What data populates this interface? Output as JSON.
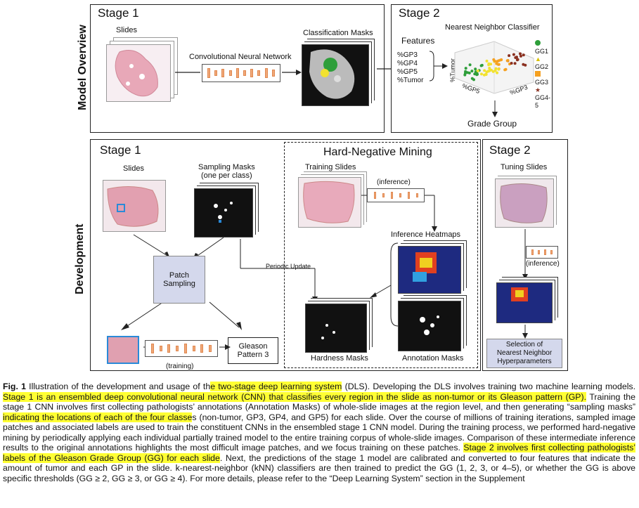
{
  "overview": {
    "section_label": "Model Overview",
    "stage1": {
      "title": "Stage 1",
      "slides_label": "Slides",
      "cnn_label": "Convolutional Neural Network",
      "masks_label": "Classification Masks"
    },
    "stage2": {
      "title": "Stage 2",
      "classifier_label": "Nearest Neighbor Classifier",
      "features_label": "Features",
      "features": [
        "%GP3",
        "%GP4",
        "%GP5",
        "%Tumor"
      ],
      "axis_tumor": "%Tumor",
      "axis_gp5": "%GP5",
      "axis_gp3": "%GP3",
      "legend": [
        {
          "label": "GG1",
          "color": "#2e9e3a"
        },
        {
          "label": "GG2",
          "color": "#f2e230"
        },
        {
          "label": "GG3",
          "color": "#f5a020"
        },
        {
          "label": "GG4-5",
          "color": "#8a3020"
        }
      ],
      "output_label": "Grade Group"
    }
  },
  "development": {
    "section_label": "Development",
    "stage1": {
      "title": "Stage 1",
      "slides_label": "Slides",
      "sampling_masks_label": "Sampling Masks\n(one per class)",
      "patch_sampling_label": "Patch\nSampling",
      "training_label": "(training)",
      "gleason_label": "Gleason\nPattern 3"
    },
    "hnm": {
      "title": "Hard-Negative Mining",
      "training_slides_label": "Training Slides",
      "inference_label": "(inference)",
      "heatmaps_label": "Inference Heatmaps",
      "periodic_update_label": "Periodic Update",
      "hardness_masks_label": "Hardness Masks",
      "annotation_masks_label": "Annotation Masks"
    },
    "stage2": {
      "title": "Stage 2",
      "tuning_slides_label": "Tuning Slides",
      "inference_label": "(inference)",
      "selection_label": "Selection of\nNearest Neighbor\nHyperparameters"
    }
  },
  "caption": {
    "fig_label": "Fig. 1",
    "parts": [
      {
        "text": "  Illustration of the development and usage of th",
        "hl": false
      },
      {
        "text": "e two-stage deep learning system",
        "hl": true
      },
      {
        "text": " (DLS). Developing the DLS involves training two machine learning models. ",
        "hl": false
      },
      {
        "text": "Stage 1 is an ensembled deep convolutional neural network (CNN) that classifies every region in the slide as non-tumor or its Gleason pattern (GP).",
        "hl": true
      },
      {
        "text": " Training the stage 1 CNN involves first collecting pathologists’ annotations (Annotation Masks) of whole-slide images at the region level, and then generating “sampling masks” ",
        "hl": false
      },
      {
        "text": "indicating the locations of each of the four classe",
        "hl": true
      },
      {
        "text": "s (non-tumor, GP3, GP4, and GP5) for each slide. Over the course of millions of training iterations, sampled image patches and associated labels are used to train the constituent CNNs in the ensembled stage 1 CNN model. During the training process, we performed hard-negative mining by periodically applying each individual partially trained model to the entire training corpus of whole-slide images. Comparison of these intermediate inference results to the original annotations highlights the most difficult image patches, and we focus training on these patches. ",
        "hl": false
      },
      {
        "text": "Stage 2 involves first collecting pathologists’ labels of the Gleason Grade Group (GG) for each slide",
        "hl": true
      },
      {
        "text": ". Next, the predictions of the stage 1 model are calibrated and converted to four features that indicate the amount of tumor and each GP in the slide. k-nearest-neighbor (kNN) classifiers are then trained to predict the GG (1, 2, 3, or 4–5), or whether the GG is above specific thresholds (GG ≥ 2, GG ≥ 3, or GG ≥ 4). For more details, please refer to the “Deep Learning System” section in the Supplement",
        "hl": false
      }
    ]
  }
}
